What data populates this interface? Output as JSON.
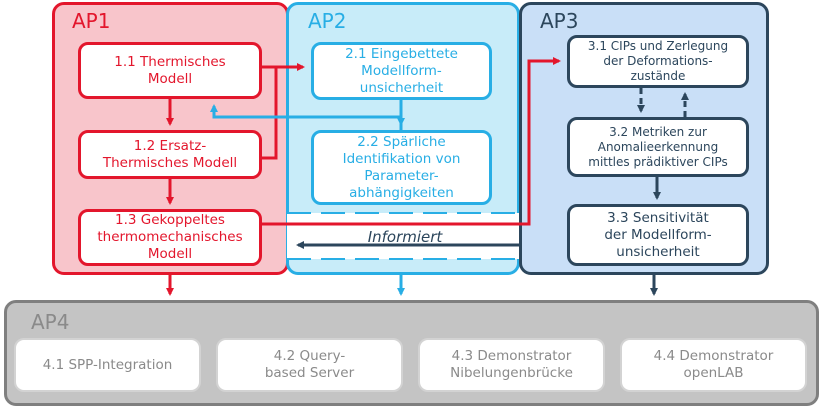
{
  "ap1": {
    "title": "AP1",
    "nodes": [
      "1.1 Thermisches\nModell",
      "1.2 Ersatz-\nThermisches Modell",
      "1.3 Gekoppeltes\nthermomechanisches\nModell"
    ]
  },
  "ap2": {
    "title": "AP2",
    "nodes": [
      "2.1 Eingebettete\nModellform-\nunsicherheit",
      "2.2 Spärliche\nIdentifikation von\nParameter-\nabhängigkeiten"
    ]
  },
  "ap3": {
    "title": "AP3",
    "nodes": [
      "3.1 CIPs und Zerlegung\nder Deformations-\nzustände",
      "3.2 Metriken zur\nAnomalieerkennung\nmittles prädiktiver CIPs",
      "3.3 Sensitivität\nder Modellform-\nunsicherheit"
    ]
  },
  "informiert": "Informiert",
  "ap4": {
    "title": "AP4",
    "nodes": [
      "4.1 SPP-Integration",
      "4.2 Query-\nbased Server",
      "4.3 Demonstrator\nNibelungenbrücke",
      "4.4 Demonstrator\nopenLAB"
    ]
  },
  "colors": {
    "ap1": "#e3162c",
    "ap2": "#28aee5",
    "ap3": "#2c465c",
    "ap4": "#8a8a8a"
  }
}
